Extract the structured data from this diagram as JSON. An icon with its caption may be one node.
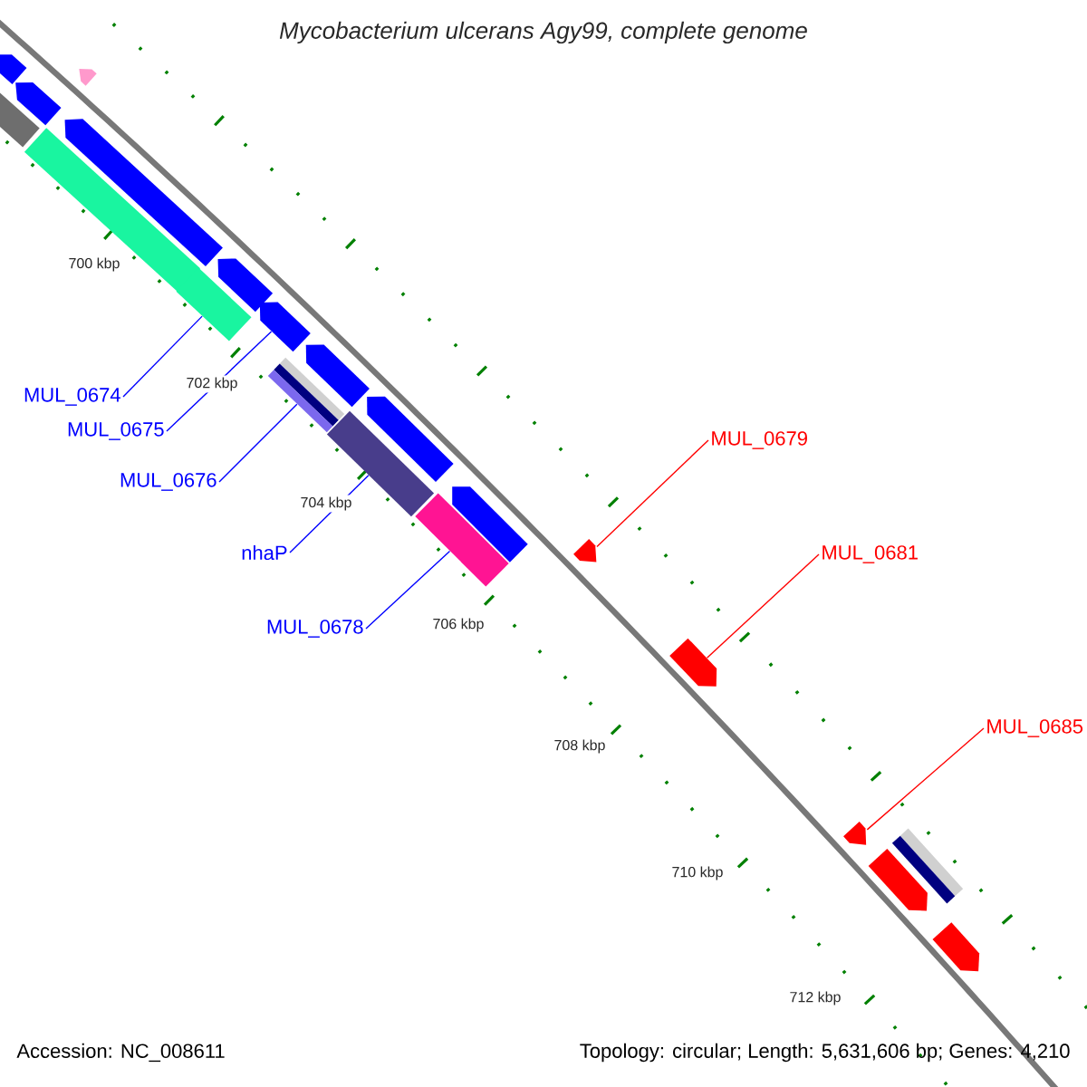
{
  "diagram": {
    "title": "Mycobacterium ulcerans Agy99, complete genome",
    "nodes": [
      {
        "text": [
          "MUL_0674"
        ]
      },
      {
        "text": [
          "MUL_0675"
        ]
      },
      {
        "text": [
          "MUL_0676"
        ]
      },
      {
        "text": [
          "nhaP"
        ]
      },
      {
        "text": [
          "MUL_0678"
        ]
      },
      {
        "text": [
          "MUL_0679"
        ]
      },
      {
        "text": [
          "MUL_0681"
        ]
      },
      {
        "text": [
          "MUL_0685"
        ]
      },
      {
        "text": [],
        "shape": "box"
      },
      {
        "text": [],
        "shape": "box"
      },
      {
        "text": [],
        "shape": "box"
      },
      {
        "text": [],
        "shape": "box"
      },
      {
        "text": [],
        "shape": "box"
      },
      {
        "text": [],
        "shape": "box"
      },
      {
        "text": [],
        "shape": "box"
      },
      {
        "text": [],
        "shape": "box"
      },
      {
        "text": [],
        "shape": "box"
      },
      {
        "text": [],
        "shape": "box"
      },
      {
        "text": [],
        "shape": "box"
      },
      {
        "text": [],
        "shape": "box"
      },
      {
        "text": [],
        "shape": "box"
      },
      {
        "text": [],
        "shape": "box"
      },
      {
        "text": [],
        "shape": "box"
      },
      {
        "text": [],
        "shape": "box"
      },
      {
        "text": [],
        "shape": "box"
      },
      {
        "text": [],
        "shape": "box"
      },
      {
        "text": [],
        "shape": "box"
      },
      {
        "text": [],
        "shape": "box"
      },
      {
        "text": [],
        "shape": "box"
      }
    ],
    "edges": [
      {
        "from": 0,
        "to": 14,
        "arrow": "none"
      },
      {
        "from": 1,
        "to": 16,
        "arrow": "none"
      },
      {
        "from": 2,
        "to": 17,
        "arrow": "none"
      },
      {
        "from": 3,
        "to": 19,
        "arrow": "none"
      },
      {
        "from": 4,
        "to": 21,
        "arrow": "none"
      },
      {
        "from": 5,
        "to": 23,
        "arrow": "none",
        "color": "#ff0000"
      },
      {
        "from": 6,
        "to": 24,
        "arrow": "none",
        "color": "#ff0000"
      },
      {
        "from": 7,
        "to": 25,
        "arrow": "none",
        "color": "#ff0000"
      }
    ],
    "labels": [
      "700 kbp",
      "702 kbp",
      "704 kbp",
      "706 kbp",
      "708 kbp",
      "710 kbp",
      "712 kbp",
      "Accession: NC_008611",
      "Topology: circular; Length: 5,631,606 bp; Genes: 4,210"
    ]
  }
}
